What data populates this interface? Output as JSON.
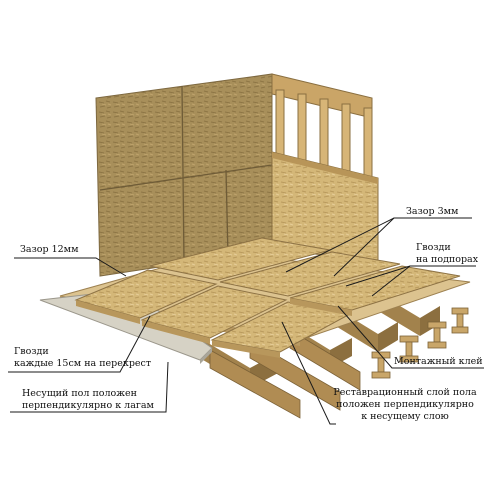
{
  "labels": {
    "gap_12mm": "Зазор 12мм",
    "gap_3mm": "Зазор 3мм",
    "nails_supports_1": "Гвозди",
    "nails_supports_2": "на подпорах",
    "nails_cross_1": "Гвозди",
    "nails_cross_2": "каждые 15см на перекрест",
    "glue": "Монтажный клей",
    "subfloor_1": "Несущий пол положен",
    "subfloor_2": "перпендикулярно к лагам",
    "topfloor_1": "Реставрационный слой пола",
    "topfloor_2": "положен перпендикулярно",
    "topfloor_3": "к несущему слою"
  },
  "colors": {
    "osb_light": "#d8bb7e",
    "osb_mid": "#c6a464",
    "osb_dark": "#9a7e4a",
    "wall_panel": "#a58c58",
    "joist": "#b8935a",
    "leader": "#1a1a1a"
  }
}
